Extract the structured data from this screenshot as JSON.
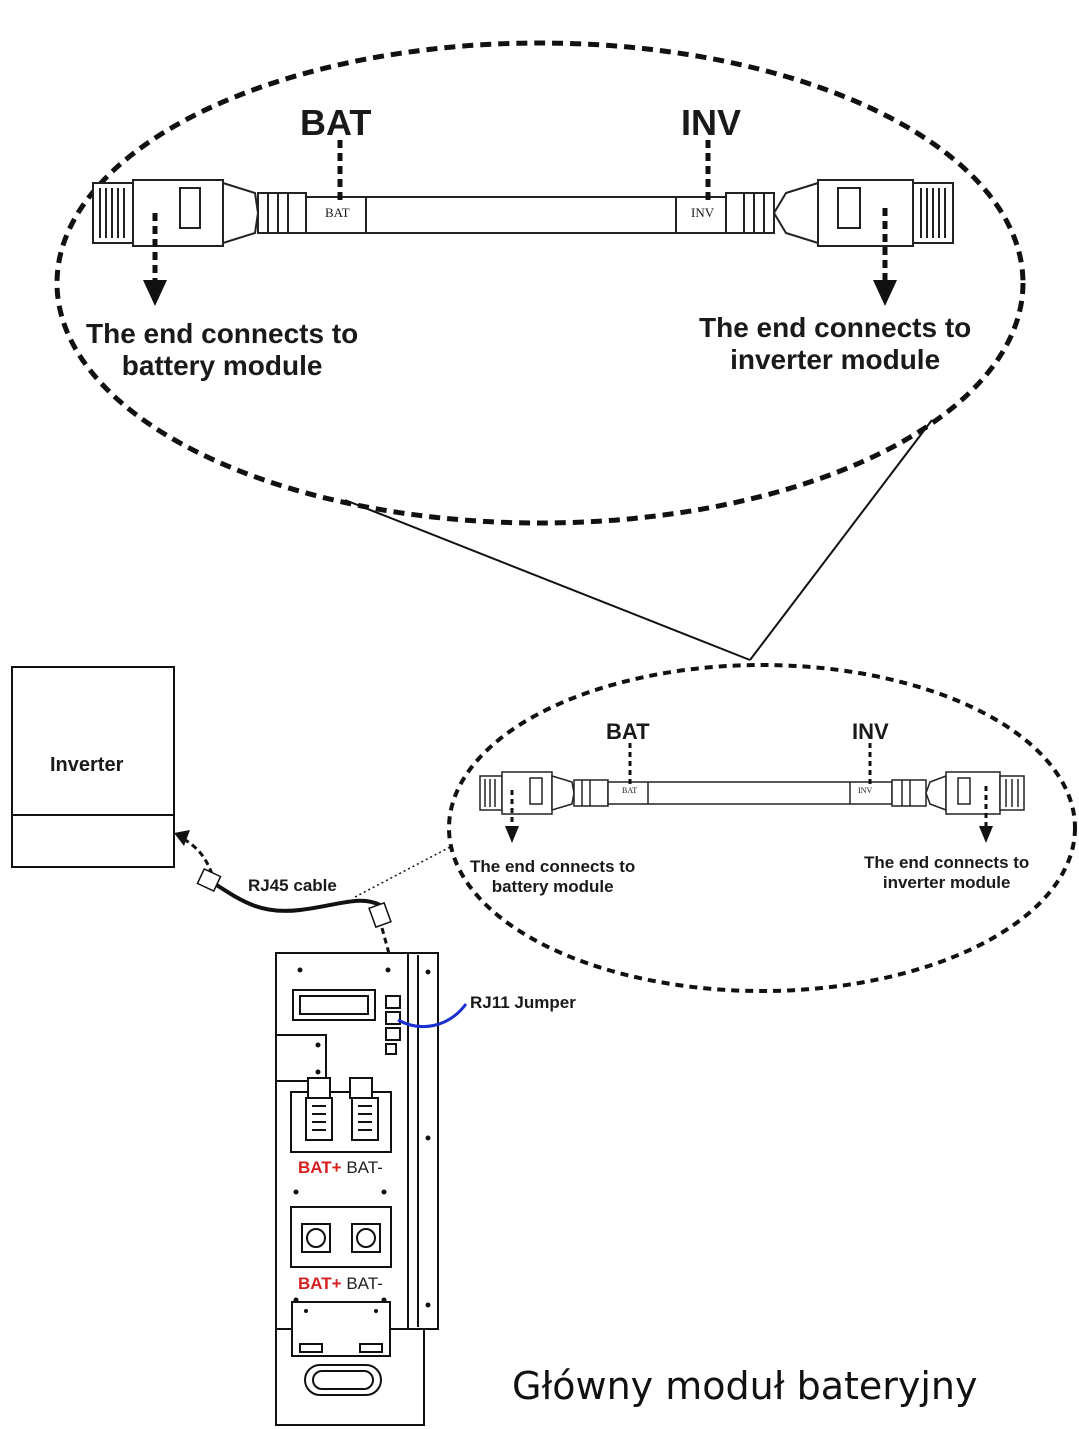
{
  "zoom_large": {
    "bat_tag": "BAT",
    "inv_tag": "INV",
    "battery_end_note_line1": "The end connects to",
    "battery_end_note_line2": "battery module",
    "inverter_end_note_line1": "The end connects  to",
    "inverter_end_note_line2": "inverter module",
    "cable_print_bat": "BAT",
    "cable_print_inv": "INV"
  },
  "zoom_small": {
    "bat_tag": "BAT",
    "inv_tag": "INV",
    "battery_end_note_line1": "The end connects to",
    "battery_end_note_line2": "battery module",
    "inverter_end_note_line1": "The end connects  to",
    "inverter_end_note_line2": "inverter module",
    "cable_print_bat": "BAT",
    "cable_print_inv": "INV"
  },
  "inverter": {
    "label": "Inverter"
  },
  "cables": {
    "rj45_label": "RJ45 cable",
    "rj11_label": "RJ11 Jumper"
  },
  "battery_module": {
    "terminals_upper": {
      "plus": "BAT+",
      "minus": "BAT-"
    },
    "terminals_lower": {
      "plus": "BAT+",
      "minus": "BAT-"
    }
  },
  "caption": "Główny moduł bateryjny",
  "colors": {
    "ink": "#1a1a1a",
    "plus_red": "#d61f1f",
    "jumper_blue": "#1a2fd0"
  }
}
